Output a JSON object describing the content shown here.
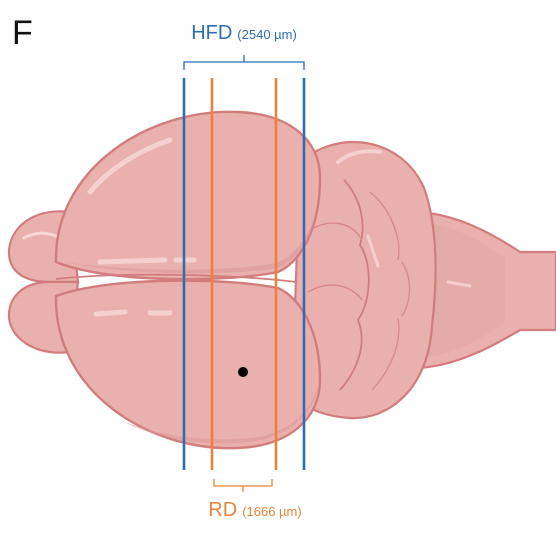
{
  "panel": {
    "letter": "F"
  },
  "labels": {
    "hfd": {
      "name": "HFD",
      "measure": "(2540 µm)",
      "color": "#2e6db4"
    },
    "rd": {
      "name": "RD",
      "measure": "(1666 µm)",
      "color": "#e8833a"
    }
  },
  "colors": {
    "brain_fill": "#e9b0ae",
    "brain_stroke": "#d27d7d",
    "brain_shadow": "#dc9896",
    "highlight": "#f6d8d6",
    "marker": "#000000"
  }
}
